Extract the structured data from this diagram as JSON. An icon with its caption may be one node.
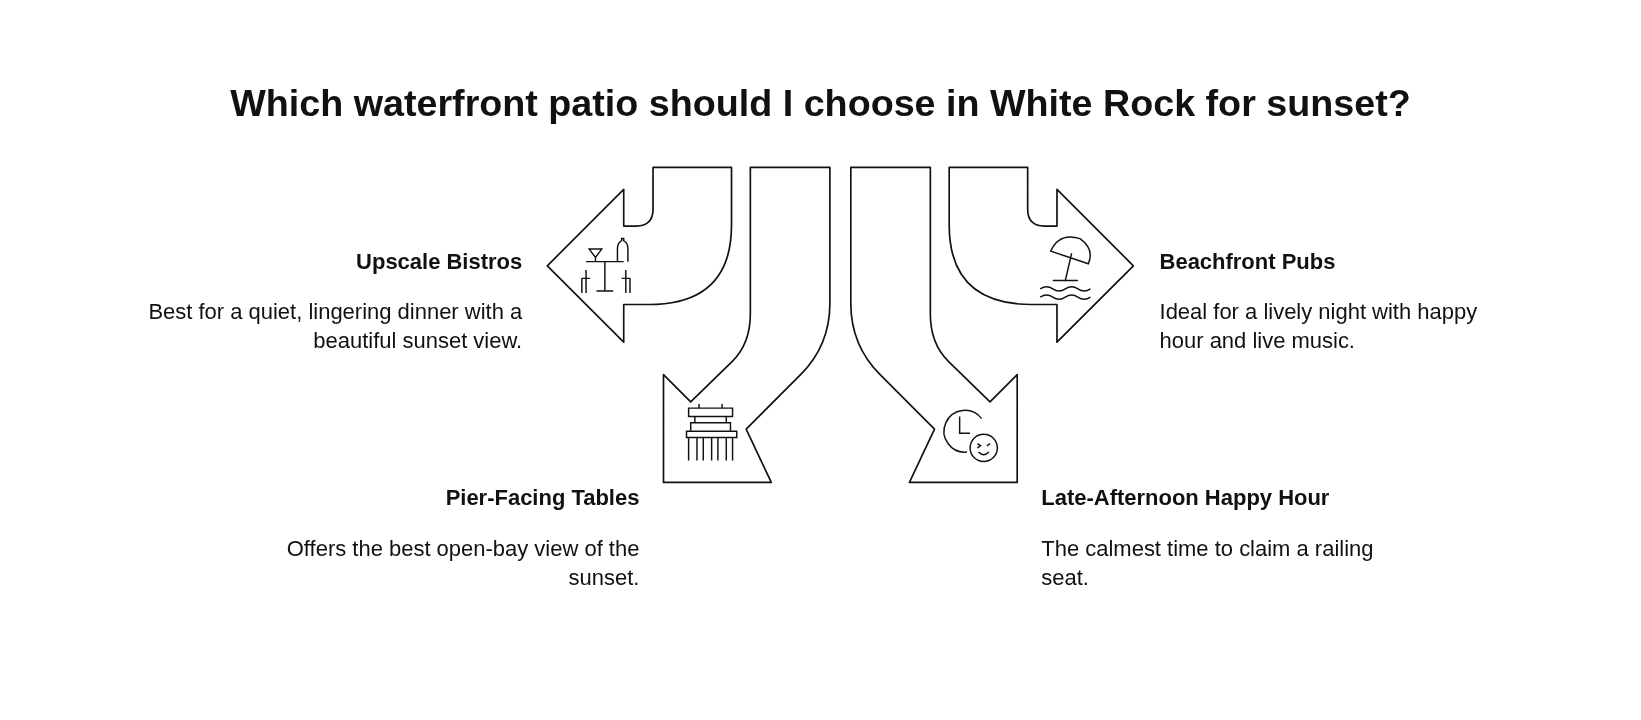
{
  "diagram": {
    "title": "Which waterfront patio should I choose in White Rock for sunset?",
    "labels": [
      "Upscale Bistros",
      "Best for a quiet, lingering dinner with a beautiful sunset view.",
      "Beachfront Pubs",
      "Ideal for a lively night with happy hour and live music.",
      "Pier-Facing Tables",
      "Offers the best open-bay view of the sunset.",
      "Late-Afternoon Happy Hour",
      "The calmest time to claim a railing seat."
    ]
  }
}
